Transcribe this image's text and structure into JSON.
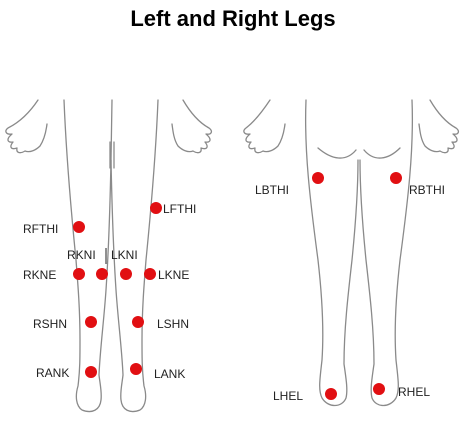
{
  "title": "Left and Right Legs",
  "colors": {
    "marker": "#e10f12",
    "outline": "#8a8a8a",
    "text": "#222222"
  },
  "front_view": {
    "markers": [
      {
        "id": "LFTHI",
        "label": "LFTHI"
      },
      {
        "id": "RFTHI",
        "label": "RFTHI"
      },
      {
        "id": "RKNI",
        "label": "RKNI"
      },
      {
        "id": "LKNI",
        "label": "LKNI"
      },
      {
        "id": "RKNE",
        "label": "RKNE"
      },
      {
        "id": "LKNE",
        "label": "LKNE"
      },
      {
        "id": "RSHN",
        "label": "RSHN"
      },
      {
        "id": "LSHN",
        "label": "LSHN"
      },
      {
        "id": "RANK",
        "label": "RANK"
      },
      {
        "id": "LANK",
        "label": "LANK"
      }
    ]
  },
  "back_view": {
    "markers": [
      {
        "id": "LBTHI",
        "label": "LBTHI"
      },
      {
        "id": "RBTHI",
        "label": "RBTHI"
      },
      {
        "id": "LHEL",
        "label": "LHEL"
      },
      {
        "id": "RHEL",
        "label": "RHEL"
      }
    ]
  }
}
